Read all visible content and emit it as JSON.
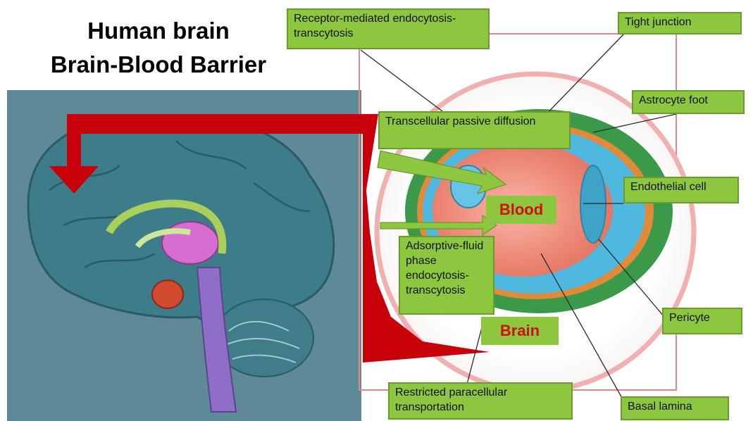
{
  "title": {
    "line1": "Human brain",
    "line2": "Brain-Blood Barrier"
  },
  "labels": {
    "receptor": "Receptor-mediated endocytosis-transcytosis",
    "tight_junction": "Tight junction",
    "astrocyte_foot": "Astrocyte foot",
    "transcellular": "Transcellular passive diffusion",
    "endothelial": "Endothelial cell",
    "adsorptive": "Adsorptive-fluid phase endocytosis-transcytosis",
    "pericyte": "Pericyte",
    "restricted": "Restricted paracellular transportation",
    "basal_lamina": "Basal lamina"
  },
  "regions": {
    "blood": "Blood",
    "brain": "Brain"
  },
  "colors": {
    "label_fill": "#8dc63f",
    "arrow_red": "#c8000a",
    "region_text": "#d01010"
  }
}
